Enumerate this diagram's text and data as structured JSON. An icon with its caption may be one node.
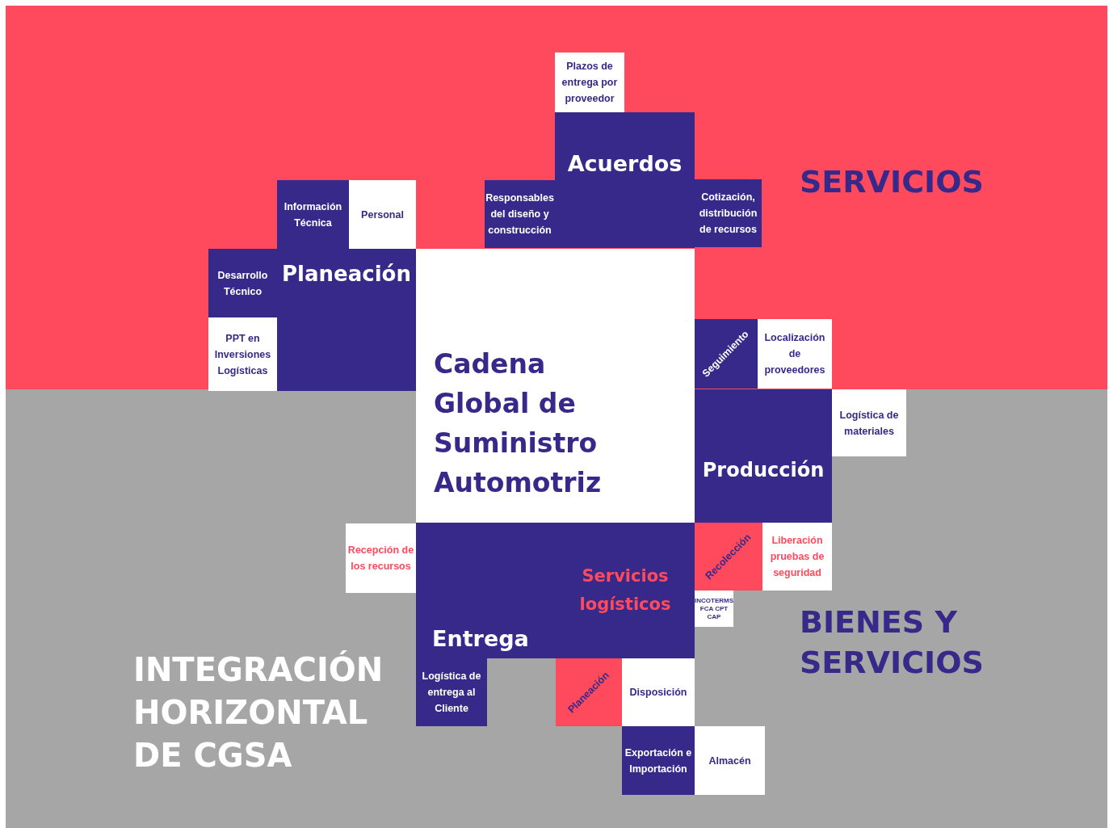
{
  "diagram": {
    "nodes": [
      {
        "text": [
          "Plazos de entrega por proveedor"
        ]
      },
      {
        "text": [
          "Acuerdos"
        ]
      },
      {
        "text": [
          "Responsables del diseño y construcción"
        ]
      },
      {
        "text": [
          "Cotización, distribución de recursos"
        ]
      },
      {
        "text": [
          "Información Técnica"
        ]
      },
      {
        "text": [
          "Personal"
        ]
      },
      {
        "text": [
          "Desarrollo Técnico"
        ]
      },
      {
        "text": [
          "Planeación"
        ]
      },
      {
        "text": [
          "PPT en Inversiones Logísticas"
        ]
      },
      {
        "text": [
          "Cadena Global de Suministro Automotriz"
        ]
      },
      {
        "text": [
          "Seguimiento"
        ]
      },
      {
        "text": [
          "Localización de proveedores"
        ]
      },
      {
        "text": [
          "Logística de materiales"
        ]
      },
      {
        "text": [
          "Producción"
        ]
      },
      {
        "text": [
          "Recolección"
        ]
      },
      {
        "text": [
          "Liberación pruebas de seguridad"
        ]
      },
      {
        "text": [
          "INCOTERMS FCA CPT CAP"
        ]
      },
      {
        "text": [
          "Recepción de los recursos"
        ]
      },
      {
        "text": [
          "Entrega"
        ]
      },
      {
        "text": [
          "Servicios logísticos"
        ]
      },
      {
        "text": [
          "Logística de entrega al Cliente"
        ]
      },
      {
        "text": [
          "Planeación"
        ]
      },
      {
        "text": [
          "Disposición"
        ]
      },
      {
        "text": [
          "Exportación e Importación"
        ]
      },
      {
        "text": [
          "Almacén"
        ]
      }
    ],
    "labels": [
      "SERVICIOS",
      "BIENES Y SERVICIOS",
      "INTEGRACIÓN HORIZONTAL DE CGSA"
    ]
  }
}
